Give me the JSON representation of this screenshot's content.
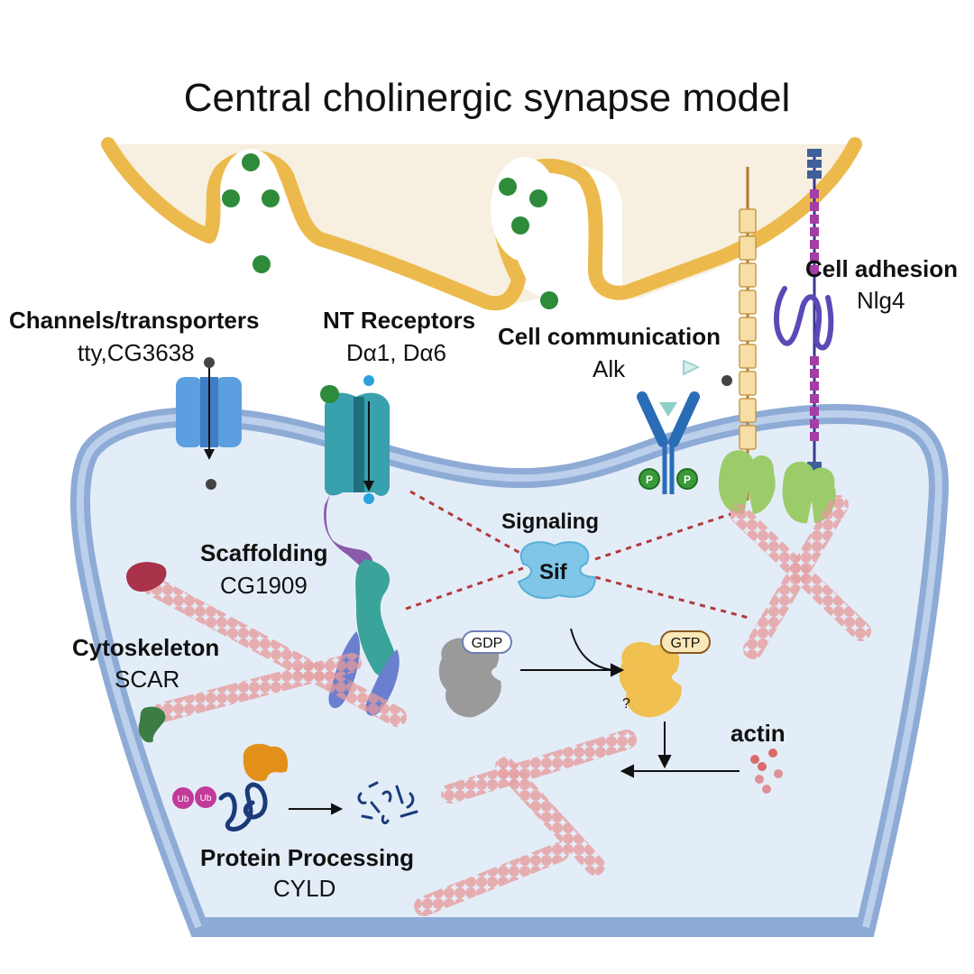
{
  "title": "Central cholinergic synapse model",
  "labels": {
    "channels": {
      "category": "Channels/transporters",
      "genes": "tty,CG3638"
    },
    "nt_receptors": {
      "category": "NT Receptors",
      "genes": "Dα1, Dα6"
    },
    "cell_communication": {
      "category": "Cell communication",
      "genes": "Alk"
    },
    "cell_adhesion": {
      "category": "Cell adhesion",
      "genes": "Nlg4"
    },
    "signaling": {
      "category": "Signaling",
      "genes": "Sif"
    },
    "scaffolding": {
      "category": "Scaffolding",
      "genes": "CG1909"
    },
    "cytoskeleton": {
      "category": "Cytoskeleton",
      "genes": "SCAR"
    },
    "protein_processing": {
      "category": "Protein Processing",
      "genes": "CYLD"
    },
    "actin": "actin"
  },
  "badges": {
    "gdp": "GDP",
    "gtp": "GTP",
    "phospho": "P",
    "ubiquitin": "Ub",
    "unknown": "?"
  },
  "colors": {
    "presynaptic_fill": "#f7efdf",
    "presynaptic_membrane": "#ecba4c",
    "postsynaptic_fill": "#e3edf8",
    "postsynaptic_membrane": "#8eabd6",
    "neurotransmitter": "#2e8b3a",
    "actin": "#e69a9a",
    "signaling_link": "#b03a3a"
  }
}
